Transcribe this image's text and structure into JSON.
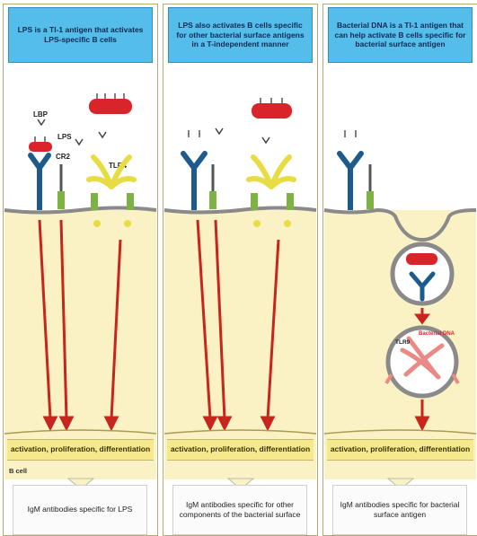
{
  "panels": [
    {
      "header": "LPS is a TI-1 antigen that activates LPS-specific B cells",
      "labels": {
        "lbp": "LBP",
        "lps": "LPS",
        "cr": "CR2",
        "tlr4": "TLR4"
      },
      "band": "activation, proliferation, differentiation",
      "cell_label": "B cell",
      "result": "IgM antibodies specific for LPS"
    },
    {
      "header": "LPS also activates B cells specific for other bacterial surface antigens in a T-independent manner",
      "band": "activation, proliferation, differentiation",
      "result": "IgM antibodies specific for other components of the bacterial surface"
    },
    {
      "header": "Bacterial DNA is a TI-1 antigen that can help activate B cells specific for bacterial surface antigen",
      "labels": {
        "tlr9": "TLR9",
        "dna": "Bacterial DNA"
      },
      "band": "activation, proliferation, differentiation",
      "result": "IgM antibodies specific for bacterial surface antigen"
    }
  ],
  "colors": {
    "header_fill": "#55bde9",
    "cytoplasm": "#faf2c4",
    "band_fill": "#f5e98d",
    "arrow": "#c8251d",
    "bcr": "#1d5b8e",
    "tlr": "#e8dc45",
    "bacterium": "#d9252a"
  }
}
